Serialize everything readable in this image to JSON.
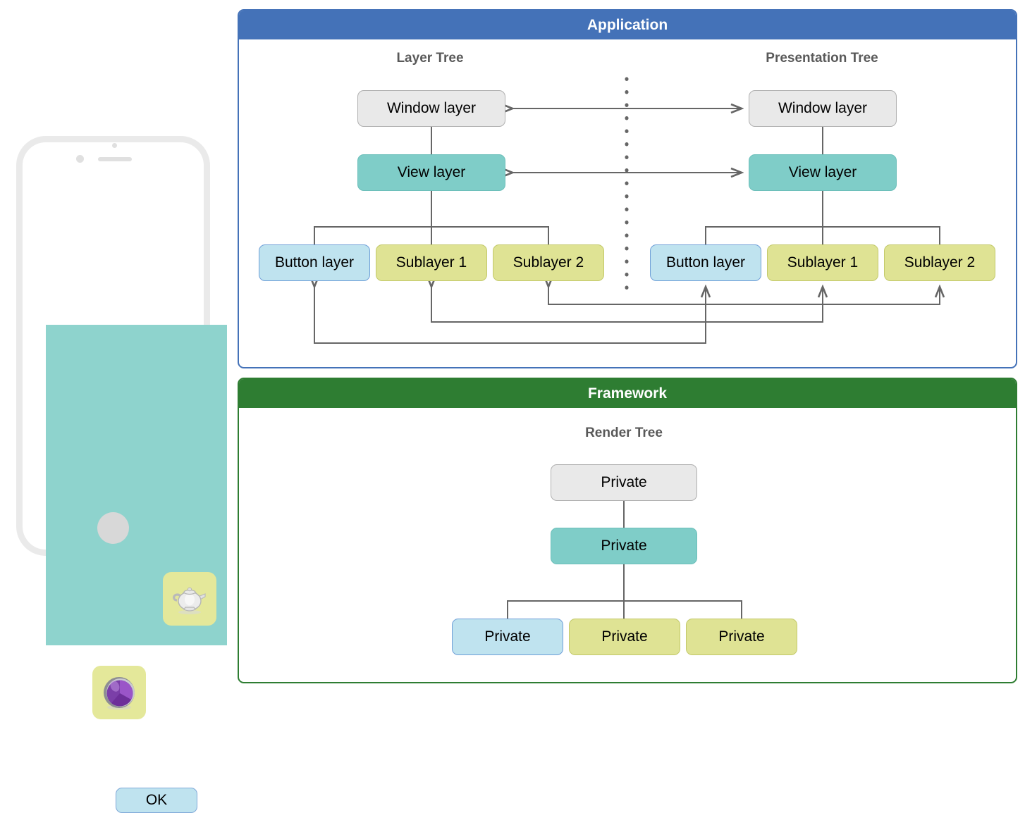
{
  "device": {
    "name": "iphone-mockup",
    "screen_color": "#8ed3cd",
    "tiles": [
      {
        "icon": "teapot-icon",
        "tile_color": "#e4e89a"
      },
      {
        "icon": "purple-sphere-icon",
        "tile_color": "#e4e89a"
      }
    ],
    "ok_button_label": "OK"
  },
  "panels": [
    {
      "id": "application",
      "title": "Application",
      "header_color": "#4472b8",
      "border_color": "#4472b8"
    },
    {
      "id": "framework",
      "title": "Framework",
      "header_color": "#2e7d32",
      "border_color": "#2e7d32"
    }
  ],
  "trees": {
    "layer_tree": {
      "title": "Layer Tree",
      "nodes": {
        "window": "Window layer",
        "view": "View layer",
        "button": "Button layer",
        "sublayer1": "Sublayer 1",
        "sublayer2": "Sublayer 2"
      }
    },
    "presentation_tree": {
      "title": "Presentation Tree",
      "nodes": {
        "window": "Window layer",
        "view": "View layer",
        "button": "Button layer",
        "sublayer1": "Sublayer 1",
        "sublayer2": "Sublayer 2"
      }
    },
    "render_tree": {
      "title": "Render Tree",
      "nodes": {
        "root": "Private",
        "mid": "Private",
        "child1": "Private",
        "child2": "Private",
        "child3": "Private"
      }
    }
  },
  "colors": {
    "node_gray": "#e9e9e9",
    "node_teal": "#7fcdc8",
    "node_blue": "#bfe3ef",
    "node_yellow": "#dfe394",
    "edge": "#666666",
    "title_text": "#595959"
  }
}
